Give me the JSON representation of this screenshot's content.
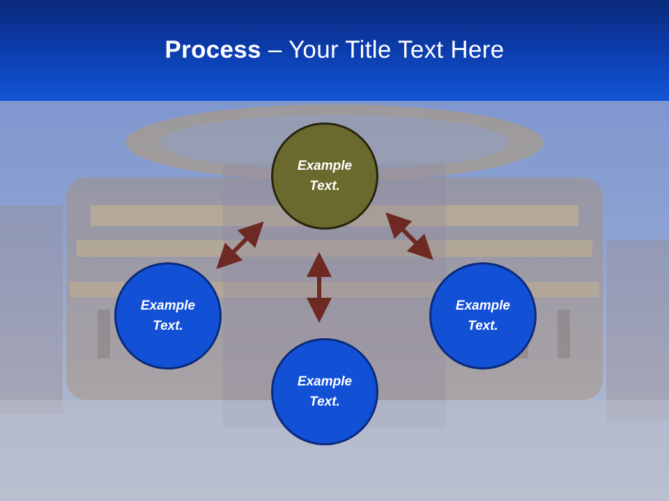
{
  "slide": {
    "title_bold": "Process",
    "title_rest": " – Your Title Text Here"
  },
  "diagram": {
    "top": "Example Text.",
    "left": "Example Text.",
    "right": "Example Text.",
    "bottom": "Example Text."
  },
  "colors": {
    "header": "#0b3aa8",
    "center_node": "#6b6a2e",
    "outer_nodes": "#1250d6",
    "arrows": "#6e2a22"
  }
}
